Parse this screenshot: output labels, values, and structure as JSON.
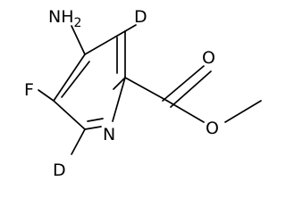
{
  "structure": {
    "atoms": {
      "amine": "NH2",
      "deuterium_top": "D",
      "fluorine": "F",
      "ring_nitrogen": "N",
      "deuterium_bottom": "D",
      "carbonyl_oxygen": "O",
      "ester_oxygen": "O"
    }
  }
}
